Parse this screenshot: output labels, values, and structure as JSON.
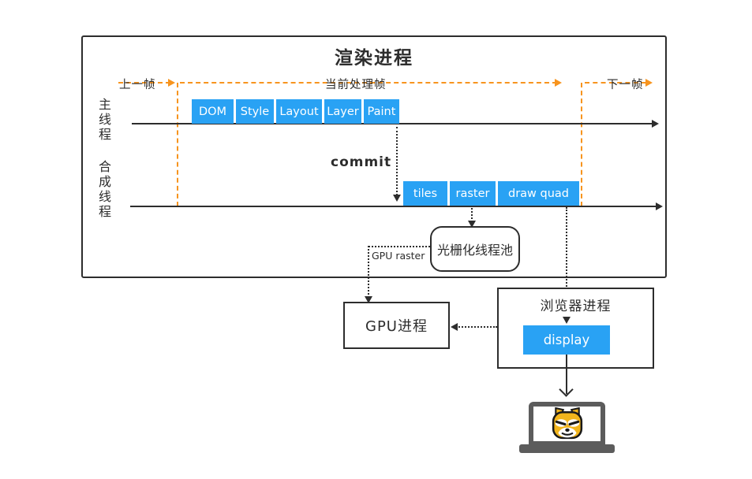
{
  "colors": {
    "accent_blue": "#29a2f4",
    "accent_orange": "#f7941e",
    "line_ink": "#2d2d2d",
    "laptop_gray": "#5c5c5c",
    "doge_yellow": "#f2b51c"
  },
  "diagram": {
    "render_process": {
      "title": "渲染进程",
      "frames": {
        "previous": "上一帧",
        "current": "当前处理帧",
        "next": "下一帧"
      },
      "main_thread": {
        "label": "主线程",
        "stages": [
          "DOM",
          "Style",
          "Layout",
          "Layer",
          "Paint"
        ]
      },
      "commit": "commit",
      "compositor_thread": {
        "label": "合成线程",
        "stages": [
          "tiles",
          "raster",
          "draw quad"
        ]
      },
      "raster_pool": "光栅化线程池",
      "gpu_raster": "GPU raster"
    },
    "gpu_process": "GPU进程",
    "browser_process": {
      "label": "浏览器进程",
      "display": "display"
    }
  }
}
